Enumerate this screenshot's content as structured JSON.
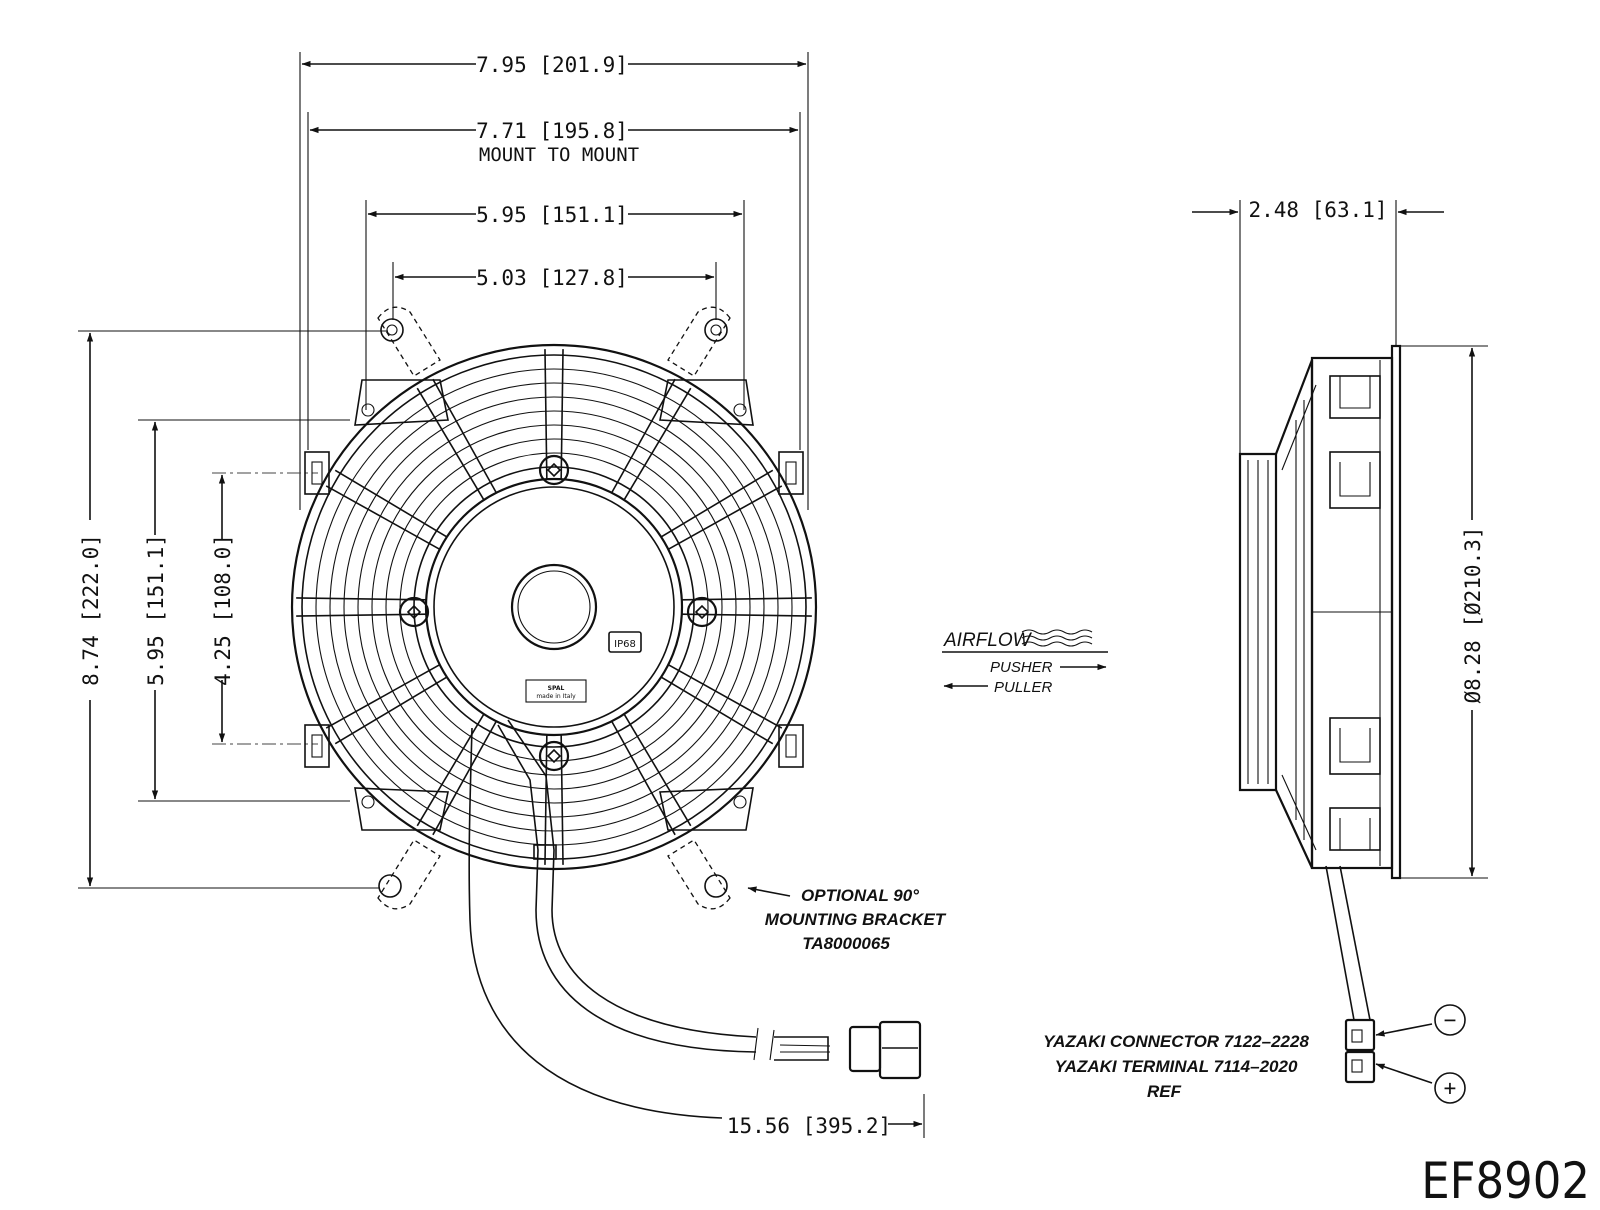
{
  "front_view": {
    "dims": {
      "overall_width": "7.95 [201.9]",
      "mount_to_mount": "7.71 [195.8]",
      "mount_to_mount_label": "MOUNT TO MOUNT",
      "inner_width": "5.95 [151.1]",
      "bolt_spacing": "5.03 [127.8]",
      "overall_height": "8.74 [222.0]",
      "inner_height": "5.95 [151.1]",
      "center_height": "4.25 [108.0]",
      "lead_length": "15.56 [395.2]"
    },
    "motor_badge": "IP68",
    "motor_logo": "SPAL",
    "motor_made_in": "made in Italy",
    "bracket_note": [
      "OPTIONAL 90°",
      "MOUNTING BRACKET",
      "TA8000065"
    ]
  },
  "airflow": {
    "title": "AIRFLOW",
    "pusher": "PUSHER",
    "puller": "PULLER"
  },
  "side_view": {
    "depth": "2.48 [63.1]",
    "diameter": "Ø8.28 [Ø210.3]",
    "connector_notes": [
      "YAZAKI CONNECTOR 7122–2228",
      "YAZAKI TERMINAL 7114–2020",
      "REF"
    ],
    "minus_symbol": "−",
    "plus_symbol": "+"
  },
  "part_number": "EF8902"
}
